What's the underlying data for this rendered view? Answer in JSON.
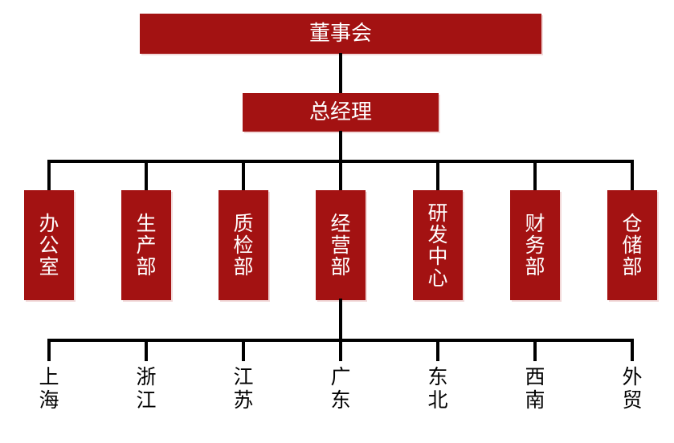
{
  "nodes": {
    "board": {
      "label": "董事会"
    },
    "general_manager": {
      "label": "总经理"
    },
    "departments": [
      {
        "label": "办公室"
      },
      {
        "label": "生产部"
      },
      {
        "label": "质检部"
      },
      {
        "label": "经营部"
      },
      {
        "label": "研发中心"
      },
      {
        "label": "财务部"
      },
      {
        "label": "仓储部"
      }
    ],
    "regions": [
      {
        "label": "上海"
      },
      {
        "label": "浙江"
      },
      {
        "label": "江苏"
      },
      {
        "label": "广东"
      },
      {
        "label": "东北"
      },
      {
        "label": "西南"
      },
      {
        "label": "外贸"
      }
    ]
  },
  "colors": {
    "box_fill": "#A31212",
    "box_text": "#FFFFFF",
    "connector": "#000000",
    "region_text": "#000000",
    "background": "#FFFFFF"
  }
}
